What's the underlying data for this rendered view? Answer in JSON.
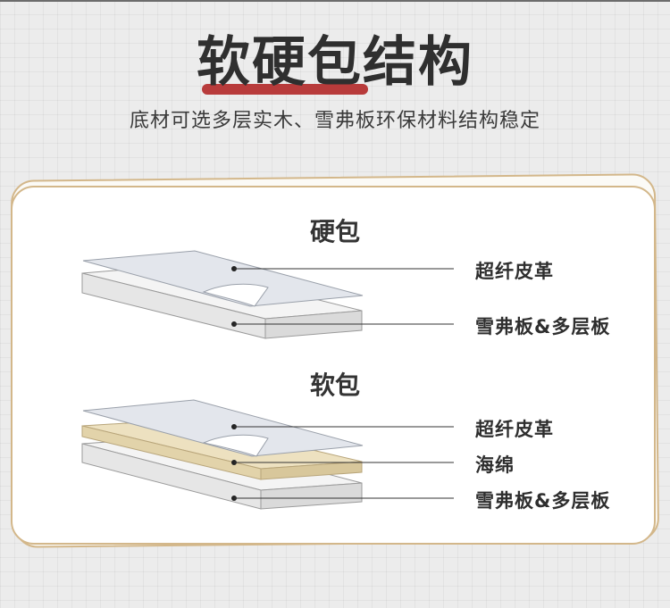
{
  "header": {
    "title": "软硬包结构",
    "subtitle": "底材可选多层实木、雪弗板环保材料结构稳定"
  },
  "hard_pack": {
    "title": "硬包",
    "layers": [
      "超纤皮革",
      "雪弗板&多层板"
    ]
  },
  "soft_pack": {
    "title": "软包",
    "layers": [
      "超纤皮革",
      "海绵",
      "雪弗板&多层板"
    ]
  },
  "colors": {
    "accent_underline": "#b83b3b",
    "card_border": "#d3b78a",
    "leather": "#e3e6ec",
    "sponge": "#ede1c0",
    "board": "#f2f2f2"
  }
}
